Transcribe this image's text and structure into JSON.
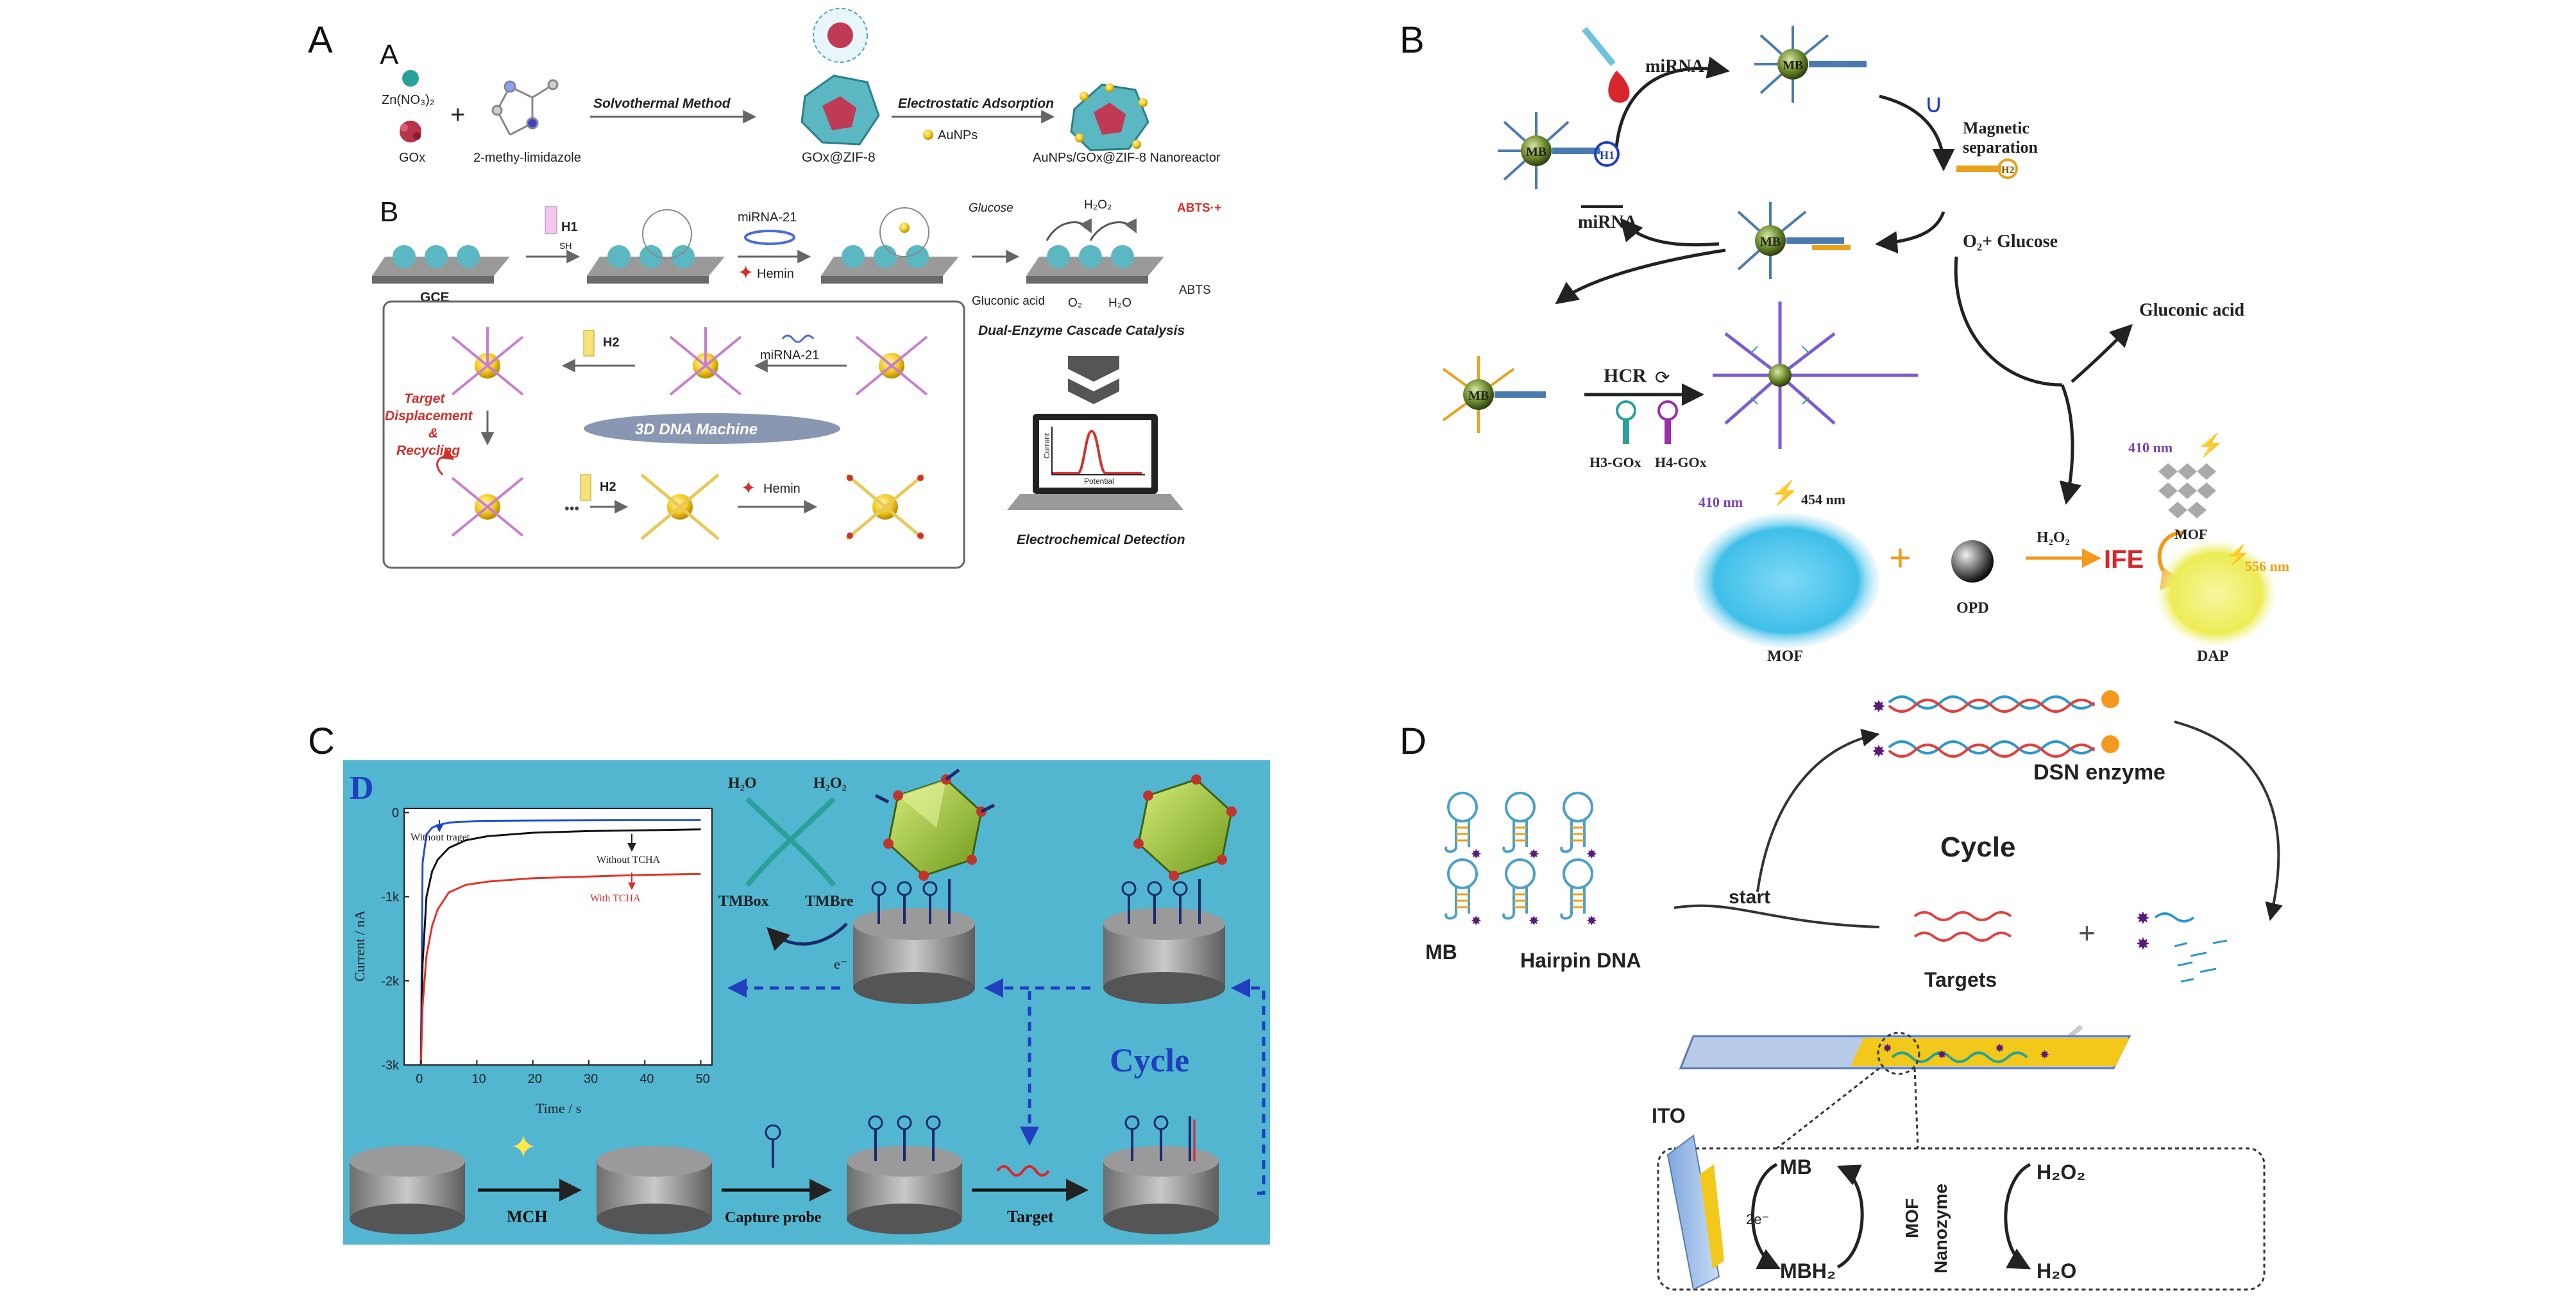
{
  "panel_letters": {
    "a": "A",
    "b": "B",
    "c": "C",
    "d": "D"
  },
  "panel_a": {
    "sub_a": "A",
    "sub_b": "B",
    "reagents": {
      "zn": "Zn(NO₃)₂",
      "gox": "GOx",
      "plus": "+",
      "imidazole": "2-methy-limidazole"
    },
    "solvothermal": "Solvothermal Method",
    "gox_zif": "GOx@ZIF-8",
    "electrostatic": "Electrostatic Adsorption",
    "aunps": "AuNPs",
    "nanoreactor": "AuNPs/GOx@ZIF-8 Nanoreactor",
    "gce": "GCE",
    "h1": "H1",
    "sh": "SH",
    "mirna21": "miRNA-21",
    "hemin": "Hemin",
    "glucose": "Glucose",
    "h2o2": "H₂O₂",
    "abts_rad": "ABTS·+",
    "gluconic": "Gluconic acid",
    "o2": "O₂",
    "h2o": "H₂O",
    "abts": "ABTS",
    "cascade": "Dual-Enzyme Cascade Catalysis",
    "h2": "H2",
    "mirna21_b": "miRNA-21",
    "target_disp": [
      "Target",
      "Displacement",
      "&",
      "Recycling"
    ],
    "machine": "3D DNA Machine",
    "h2_b": "H2",
    "dots": "•••",
    "hemin_b": "Hemin",
    "current": "Current",
    "potential": "Potential",
    "echem": "Electrochemical Detection"
  },
  "panel_b": {
    "mirna_top": "miRNA",
    "mb": "MB",
    "h1": "H1",
    "h2": "H2",
    "magnetic": [
      "Magnetic",
      "separation"
    ],
    "mirna_left": "miRNA",
    "o2_glucose": "O₂+ Glucose",
    "gluconic": "Gluconic acid",
    "hcr": "HCR",
    "h3": "H3-GOx",
    "h4": "H4-GOx",
    "wl_410": "410 nm",
    "wl_454": "454 nm",
    "mof": "MOF",
    "plus": "+",
    "opd": "OPD",
    "h2o2": "H₂O₂",
    "ife": "IFE",
    "wl_410b": "410 nm",
    "mof_b": "MOF",
    "wl_556": "556 nm",
    "dap": "DAP"
  },
  "panel_c": {
    "badge": "D",
    "h2o": "H₂O",
    "h2o2": "H₂O₂",
    "tmb_ox": "TMBox",
    "tmb_re": "TMBre",
    "e_minus": "e⁻",
    "cycle": "Cycle",
    "mch": "MCH",
    "capture": "Capture probe",
    "target": "Target",
    "chart_curve_labels": {
      "without_target": "Without traget",
      "without_tcha": "Without TCHA",
      "with_tcha": "With TCHA"
    }
  },
  "panel_d": {
    "dsn": "DSN enzyme",
    "cycle": "Cycle",
    "start": "start",
    "mb": "MB",
    "hairpin": "Hairpin DNA",
    "targets": "Targets",
    "plus": "+",
    "ito": "ITO",
    "mb_box": "MB",
    "two_e": "2e⁻",
    "mbh2": "MBH₂",
    "mof": "MOF",
    "nanozyme": "Nanozyme",
    "h2o2": "H₂O₂",
    "h2o": "H₂O"
  },
  "chart_data": {
    "type": "line",
    "title": "",
    "xlabel": "Time / s",
    "ylabel": "Current / nA",
    "xlim": [
      -3,
      52
    ],
    "ylim": [
      -3000,
      50
    ],
    "xticks": [
      0,
      10,
      20,
      30,
      40,
      50
    ],
    "yticks": [
      0,
      -1000,
      -2000,
      -3000
    ],
    "xtick_labels": [
      "0",
      "10",
      "20",
      "30",
      "40",
      "50"
    ],
    "ytick_labels": [
      "0",
      "-1k",
      "-2k",
      "-3k"
    ],
    "series": [
      {
        "name": "Without traget",
        "color": "#1f4fd8",
        "x": [
          0,
          0.3,
          1,
          2,
          3,
          5,
          10,
          20,
          30,
          40,
          50
        ],
        "y": [
          -3000,
          -600,
          -260,
          -180,
          -150,
          -120,
          -100,
          -95,
          -92,
          -90,
          -90
        ]
      },
      {
        "name": "Without TCHA",
        "color": "#111111",
        "x": [
          0,
          0.3,
          1,
          2,
          3,
          5,
          8,
          12,
          20,
          30,
          40,
          50
        ],
        "y": [
          -3000,
          -1800,
          -1000,
          -700,
          -560,
          -420,
          -330,
          -280,
          -240,
          -220,
          -210,
          -200
        ]
      },
      {
        "name": "With TCHA",
        "color": "#e0342a",
        "x": [
          0,
          0.3,
          1,
          2,
          3,
          5,
          8,
          12,
          20,
          30,
          40,
          50
        ],
        "y": [
          -3000,
          -2300,
          -1700,
          -1350,
          -1150,
          -950,
          -860,
          -820,
          -780,
          -760,
          -740,
          -730
        ]
      }
    ],
    "grid": false,
    "legend": "inline annotations"
  }
}
